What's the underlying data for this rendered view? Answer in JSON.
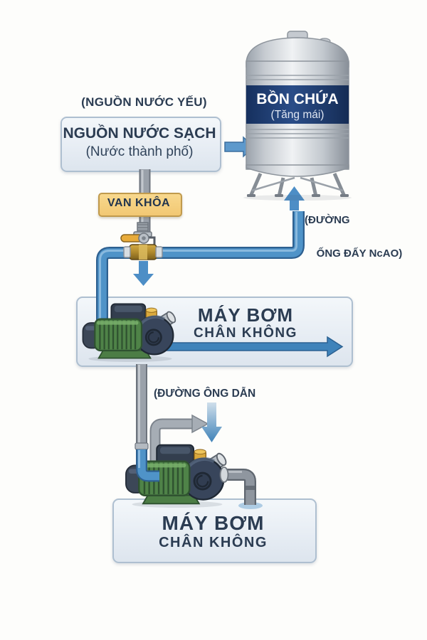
{
  "diagram": {
    "weak_source_note": "(NGUỒN NƯỚC YẾU)",
    "source_box": {
      "title": "NGUỒN NƯỚC SẠCH",
      "subtitle": "(Nước thành phố)"
    },
    "valve_box": {
      "label": "VAN KHÔA"
    },
    "tank": {
      "title": "BỒN CHỨA",
      "subtitle": "(Tăng mái)"
    },
    "discharge_note": {
      "line1": "(ĐƯỜNG",
      "line2": "ỐNG ĐẤY NcAO)"
    },
    "pump_box_1": {
      "title": "MÁY BƠM",
      "subtitle": "CHÂN KHÔNG"
    },
    "conduit_note": "(ĐƯỜNG ÔNG DẪN",
    "pump_box_2": {
      "title": "MÁY BƠM",
      "subtitle": "CHÂN KHÔNG"
    },
    "illustrations": [
      "water-tank",
      "ball-valve",
      "vacuum-pump",
      "pipe-network",
      "flow-arrows"
    ],
    "colors": {
      "pipe_blue": "#4f93c8",
      "pipe_blue_dark": "#2e6090",
      "pipe_gray": "#949ba4",
      "arrow_blue": "#4d8ec6",
      "panel_fill": "#e9eff5",
      "panel_border": "#aebfd0",
      "valve_box_fill": "#f5d083",
      "valve_box_border": "#c09a4d",
      "tank_band_navy": "#1e3b72",
      "brass": "#bb943a",
      "pump_green": "#4f8348",
      "pump_dark": "#38455b",
      "text_navy": "#2b3c52"
    }
  }
}
